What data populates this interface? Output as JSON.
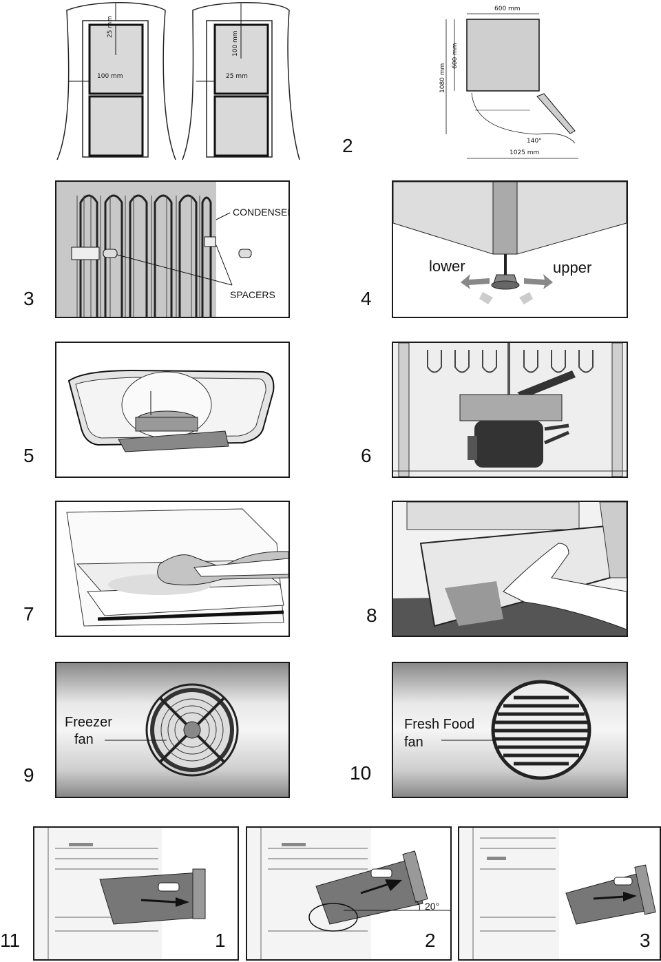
{
  "step_numbers": {
    "s2": "2",
    "s3": "3",
    "s4": "4",
    "s5": "5",
    "s6": "6",
    "s7": "7",
    "s8": "8",
    "s9": "9",
    "s10": "10",
    "s11": "11",
    "sub1": "1",
    "sub2": "2",
    "sub3": "3"
  },
  "fig1": {
    "left_top_gap": "25 mm",
    "left_side_gap": "100 mm",
    "right_top_gap": "100 mm",
    "right_side_gap": "25 mm"
  },
  "fig2": {
    "width": "600 mm",
    "depth": "600 mm",
    "height": "1080 mm",
    "door_angle": "140°",
    "total_depth": "1025 mm"
  },
  "fig3": {
    "condenser": "CONDENSER",
    "spacers": "SPACERS"
  },
  "fig4": {
    "lower": "lower",
    "upper": "upper"
  },
  "fig9": {
    "label_line1": "Freezer",
    "label_line2": "fan"
  },
  "fig10": {
    "label_line1": "Fresh Food",
    "label_line2": "fan"
  },
  "fig11": {
    "angle": "20°"
  }
}
